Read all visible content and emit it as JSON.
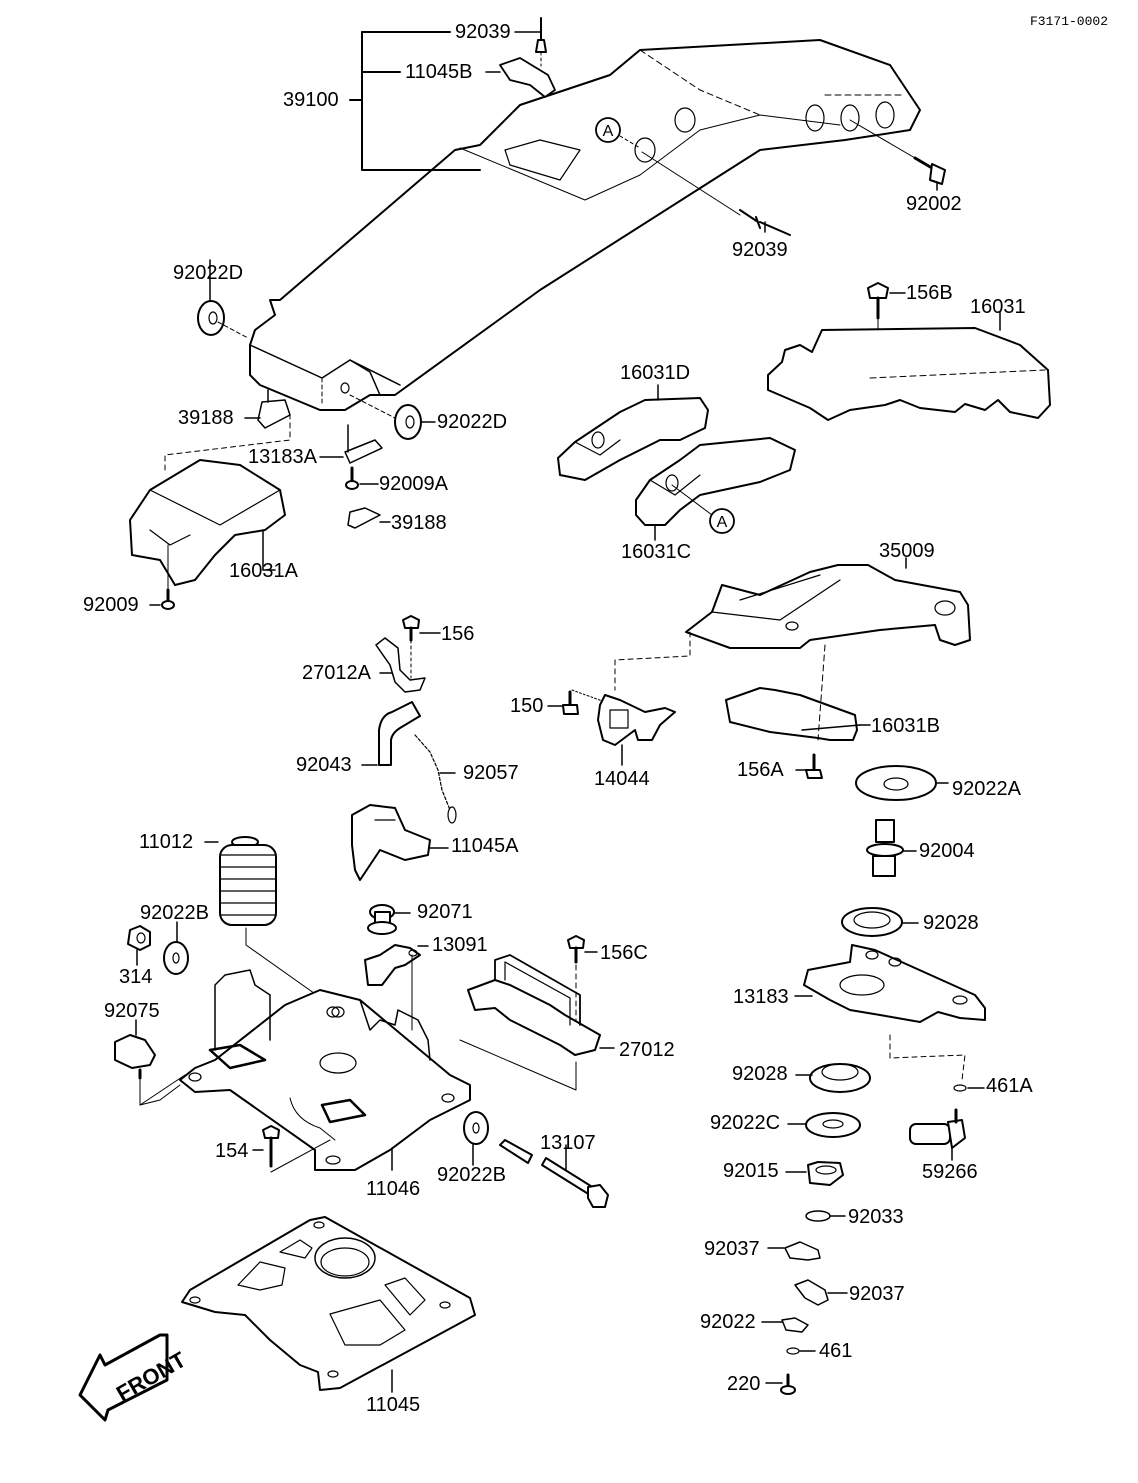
{
  "figure_code": "F3171-0002",
  "front_label": "FRONT",
  "ref_marker": "A",
  "parts": {
    "p92039_top": "92039",
    "p11045B": "11045B",
    "p39100": "39100",
    "p92002": "92002",
    "p92039_mid": "92039",
    "p92022D_left": "92022D",
    "p92022D_right": "92022D",
    "p39188_left": "39188",
    "p13183A": "13183A",
    "p92009A": "92009A",
    "p39188_right": "39188",
    "p16031A": "16031A",
    "p92009": "92009",
    "p16031D": "16031D",
    "p16031C": "16031C",
    "p156B": "156B",
    "p16031": "16031",
    "p35009": "35009",
    "p156": "156",
    "p27012A": "27012A",
    "p150": "150",
    "p14044": "14044",
    "p16031B": "16031B",
    "p156A": "156A",
    "p92022A": "92022A",
    "p92043": "92043",
    "p92057": "92057",
    "p11045A": "11045A",
    "p92004": "92004",
    "p11012": "11012",
    "p92071": "92071",
    "p92022B_left": "92022B",
    "p13091": "13091",
    "p156C": "156C",
    "p92028_top": "92028",
    "p314": "314",
    "p13183": "13183",
    "p92075": "92075",
    "p27012": "27012",
    "p92028_bot": "92028",
    "p461A": "461A",
    "p92022C": "92022C",
    "p154": "154",
    "p13107": "13107",
    "p92015": "92015",
    "p59266": "59266",
    "p11046": "11046",
    "p92022B_right": "92022B",
    "p92033": "92033",
    "p92037_left": "92037",
    "p92037_right": "92037",
    "p92022": "92022",
    "p461": "461",
    "p220": "220",
    "p11045": "11045"
  }
}
